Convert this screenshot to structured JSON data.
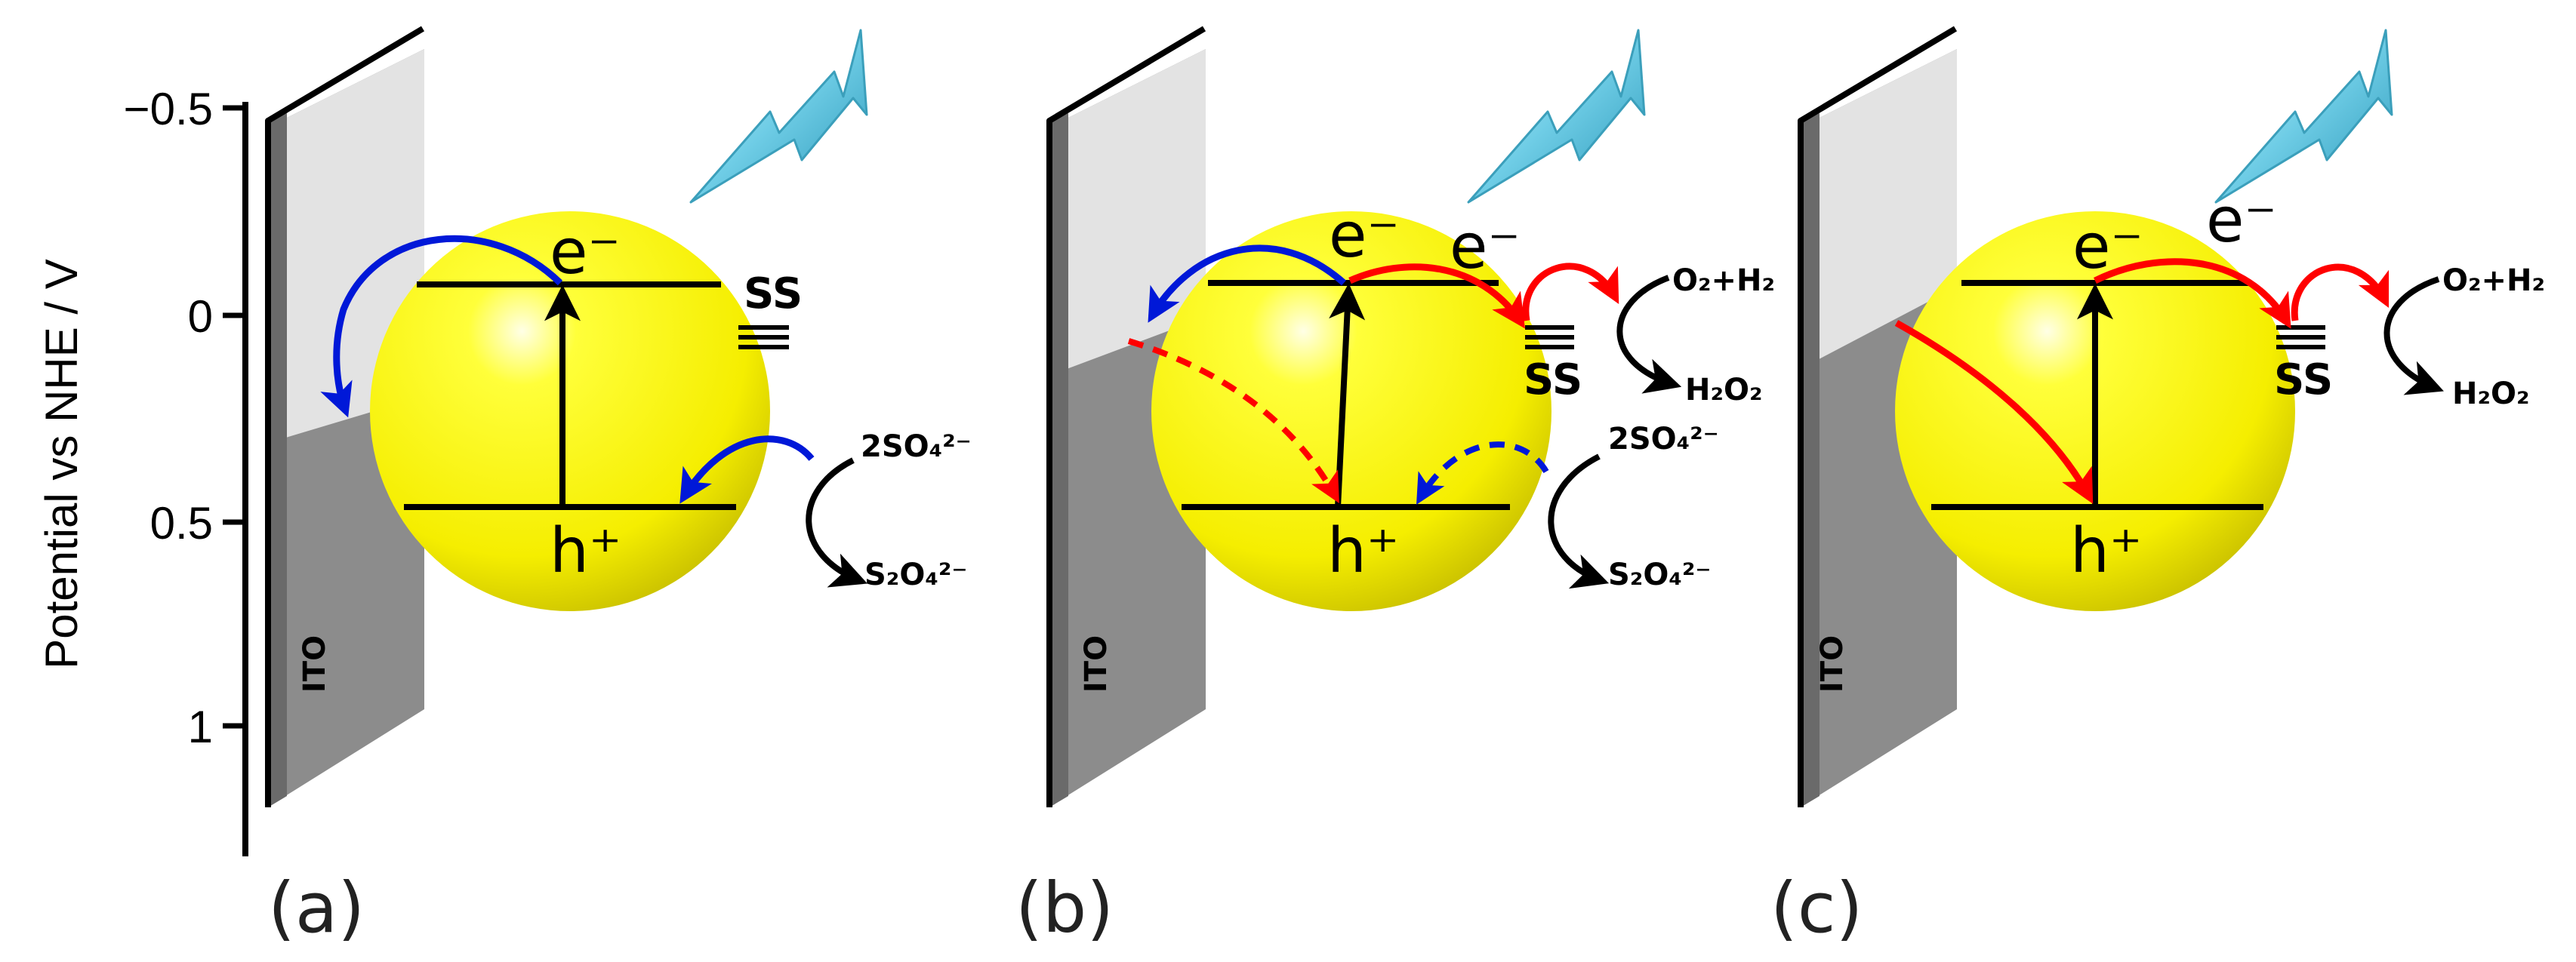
{
  "axis": {
    "title": "Potential vs NHE / V",
    "ticks": [
      "−0.5",
      "0",
      "0.5",
      "1"
    ]
  },
  "panels": [
    {
      "label": "(a)",
      "electrode": "ITO",
      "electron": "e⁻",
      "hole": "h⁺",
      "surface_state": "SS",
      "reactant": "2SO₄²⁻",
      "product": "S₂O₄²⁻"
    },
    {
      "label": "(b)",
      "electrode": "ITO",
      "electron": "e⁻",
      "electron2": "e⁻",
      "hole": "h⁺",
      "surface_state": "SS",
      "reactant": "2SO₄²⁻",
      "product": "S₂O₄²⁻",
      "reactant2": "O₂+H₂",
      "product2": "H₂O₂"
    },
    {
      "label": "(c)",
      "electrode": "ITO",
      "electron": "e⁻",
      "electron2": "e⁻",
      "hole": "h⁺",
      "surface_state": "SS",
      "reactant2": "O₂+H₂",
      "product2": "H₂O₂"
    }
  ],
  "colors": {
    "particle": "#ffff00",
    "electrode_light": "#e3e3e3",
    "electrode_dark": "#8c8c8c",
    "electrode_side": "#6a6a6a",
    "lightning": "#67c8e0",
    "blue_arrow": "#0018d8",
    "red_arrow": "#ff0000",
    "black": "#000000"
  }
}
